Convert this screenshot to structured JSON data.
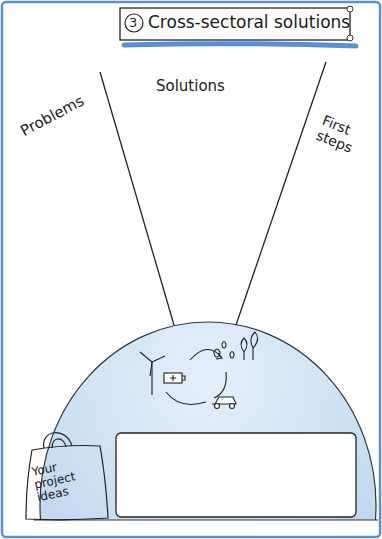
{
  "diagram": {
    "title": "Cross-sectoral solutions",
    "nodes": [
      {
        "text": [
          "Your project ideas"
        ]
      }
    ],
    "labels": [
      "3",
      "Problems",
      "Solutions",
      "First steps"
    ]
  }
}
